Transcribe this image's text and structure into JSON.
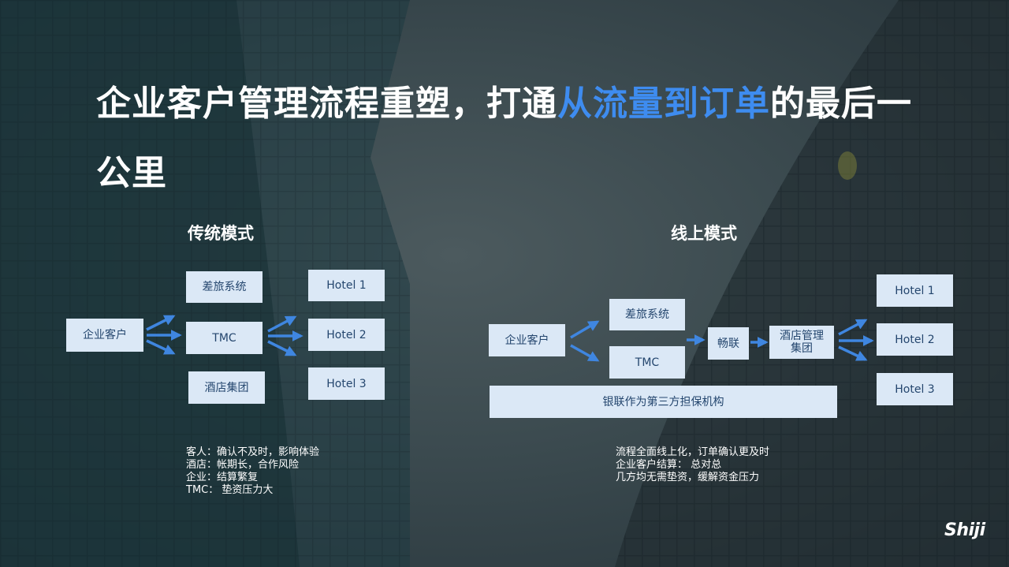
{
  "title": {
    "part1": "企业客户管理流程重塑，打通",
    "highlight": "从流量到订单",
    "part2": "的最后一公里"
  },
  "traditional": {
    "heading": "传统模式",
    "boxes": {
      "client": "企业客户",
      "travel": "差旅系统",
      "tmc": "TMC",
      "hotel_group": "酒店集团",
      "hotel1": "Hotel 1",
      "hotel2": "Hotel 2",
      "hotel3": "Hotel 3"
    },
    "notes": [
      "客人：确认不及时，影响体验",
      "酒店：帐期长，合作风险",
      "企业：结算繁复",
      "TMC：  垫资压力大"
    ]
  },
  "online": {
    "heading": "线上模式",
    "boxes": {
      "client": "企业客户",
      "travel": "差旅系统",
      "tmc": "TMC",
      "changlian": "畅联",
      "hotel_mgmt": "酒店管理集团",
      "hotel1": "Hotel 1",
      "hotel2": "Hotel 2",
      "hotel3": "Hotel 3",
      "unionpay": "银联作为第三方担保机构"
    },
    "notes": [
      "流程全面线上化，订单确认更及时",
      "企业客户结算：  总对总",
      "几方均无需垫资，缓解资金压力"
    ]
  },
  "logo": "Shiji",
  "colors": {
    "box_fill": "#dbe8f6",
    "box_text": "#24466e",
    "arrow": "#3f86e0",
    "highlight": "#3e8cf0"
  }
}
